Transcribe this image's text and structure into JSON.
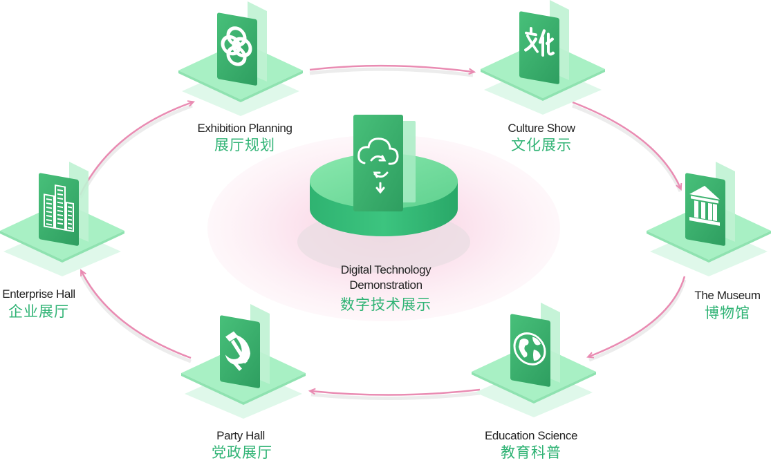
{
  "colors": {
    "accent_green": "#2fb374",
    "platform_green": "#a8f0c4",
    "card_green": "#3fb36e",
    "arrow_pink": "#e98bb2",
    "halo_pink": "#fbe3ee"
  },
  "center": {
    "label_en_line1": "Digital Technology",
    "label_en_line2": "Demonstration",
    "label_zh": "数字技术展示",
    "icon": "cloud-sync-icon"
  },
  "nodes": [
    {
      "id": "exhibition-planning",
      "en": "Exhibition Planning",
      "zh": "展厅规划",
      "icon": "interlocking-rings-icon"
    },
    {
      "id": "culture-show",
      "en": "Culture Show",
      "zh": "文化展示",
      "icon": "culture-calligraphy-icon"
    },
    {
      "id": "the-museum",
      "en": "The Museum",
      "zh": "博物馆",
      "icon": "museum-building-icon"
    },
    {
      "id": "education-science",
      "en": "Education Science",
      "zh": "教育科普",
      "icon": "globe-icon"
    },
    {
      "id": "party-hall",
      "en": "Party Hall",
      "zh": "党政展厅",
      "icon": "hammer-sickle-icon"
    },
    {
      "id": "enterprise-hall",
      "en": "Enterprise Hall",
      "zh": "企业展厅",
      "icon": "office-buildings-icon"
    }
  ]
}
